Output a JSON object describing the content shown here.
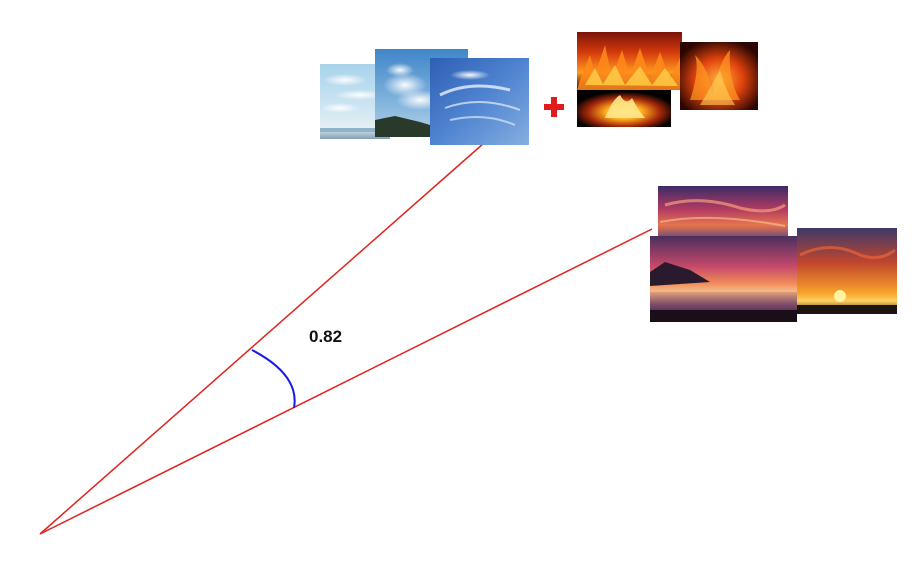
{
  "diagram": {
    "similarity_label": "0.82",
    "colors": {
      "vector_line": "#e0231f",
      "angle_arc": "#1a1ae6",
      "plus_sign": "#e11b1b",
      "label_text": "#111111"
    },
    "groups": {
      "sky_images": {
        "count": 3,
        "description_icon": "sky-photo"
      },
      "fire_images": {
        "count": 3,
        "description_icon": "fire-photo"
      },
      "sunset_images": {
        "count": 3,
        "description_icon": "sunset-photo"
      }
    },
    "operator_icon": "plus-icon"
  }
}
